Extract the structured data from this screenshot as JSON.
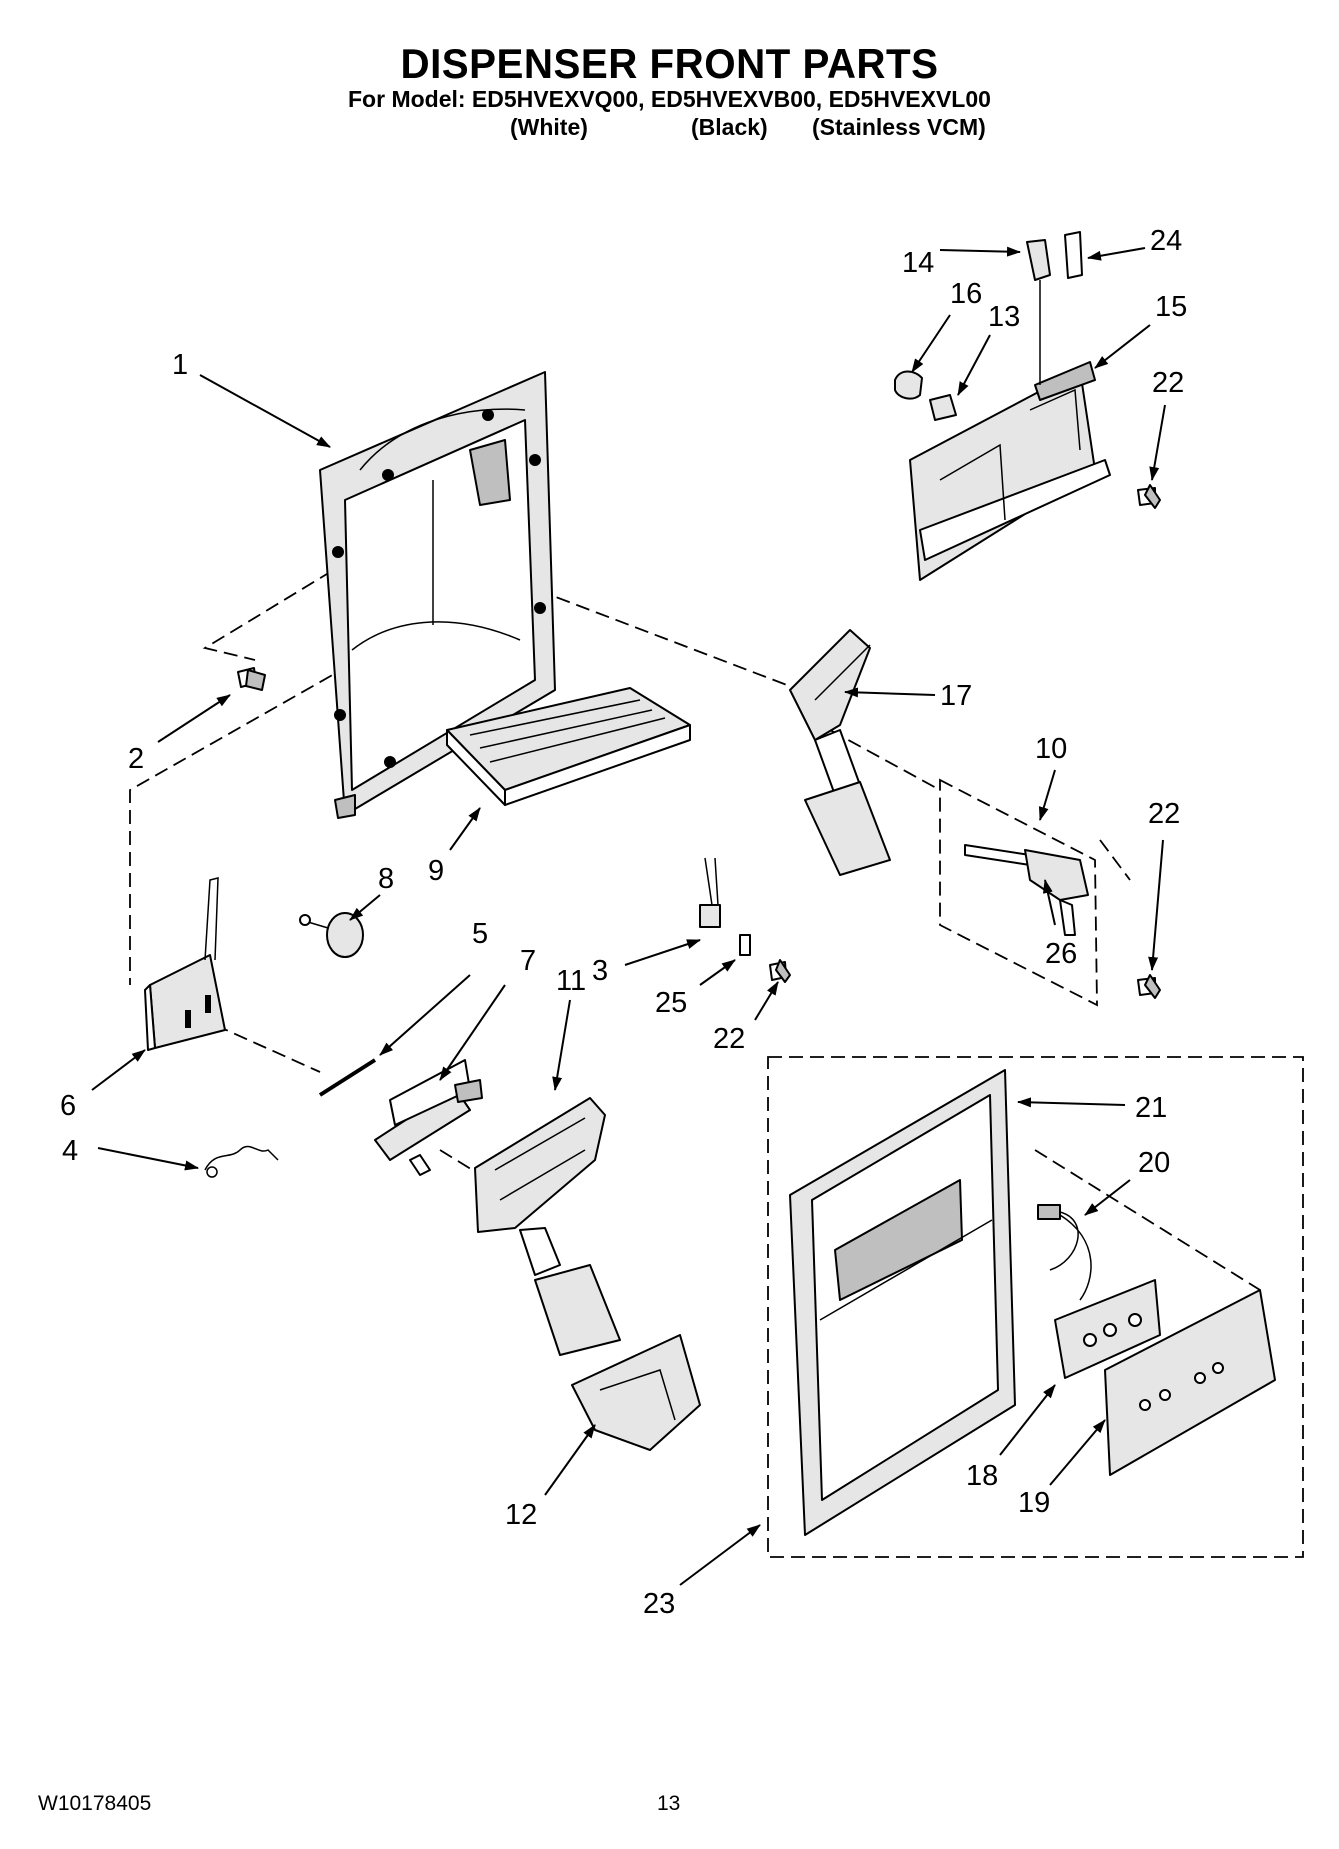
{
  "title": "DISPENSER FRONT PARTS",
  "subtitle": "For Model: ED5HVEXVQ00, ED5HVEXVB00, ED5HVEXVL00",
  "variants": [
    "(White)",
    "(Black)",
    "(Stainless VCM)"
  ],
  "callouts": {
    "c1": "1",
    "c2": "2",
    "c3": "3",
    "c4": "4",
    "c5": "5",
    "c6": "6",
    "c7": "7",
    "c8": "8",
    "c9": "9",
    "c10": "10",
    "c11": "11",
    "c12": "12",
    "c13": "13",
    "c14": "14",
    "c15": "15",
    "c16": "16",
    "c17": "17",
    "c18": "18",
    "c19": "19",
    "c20": "20",
    "c21": "21",
    "c22a": "22",
    "c22b": "22",
    "c22c": "22",
    "c23": "23",
    "c24": "24",
    "c25": "25",
    "c26": "26"
  },
  "footer": {
    "doc_number": "W10178405",
    "page_number": "13"
  }
}
